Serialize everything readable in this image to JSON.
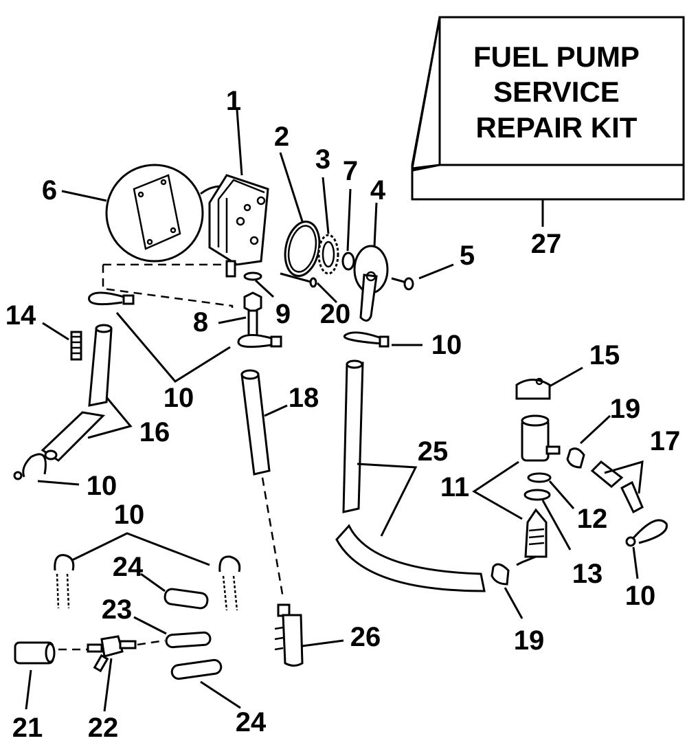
{
  "kit_box": {
    "lines": [
      "FUEL PUMP",
      "SERVICE",
      "REPAIR KIT"
    ]
  },
  "callouts": {
    "c1": "1",
    "c2": "2",
    "c3": "3",
    "c4": "4",
    "c5": "5",
    "c6": "6",
    "c7": "7",
    "c8": "8",
    "c9": "9",
    "c10a": "10",
    "c10b": "10",
    "c10c": "10",
    "c10d": "10",
    "c10e": "10",
    "c11": "11",
    "c12": "12",
    "c13": "13",
    "c14": "14",
    "c15": "15",
    "c16": "16",
    "c17": "17",
    "c18": "18",
    "c19a": "19",
    "c19b": "19",
    "c20": "20",
    "c21": "21",
    "c22": "22",
    "c23": "23",
    "c24a": "24",
    "c24b": "24",
    "c25": "25",
    "c26": "26",
    "c27": "27"
  }
}
